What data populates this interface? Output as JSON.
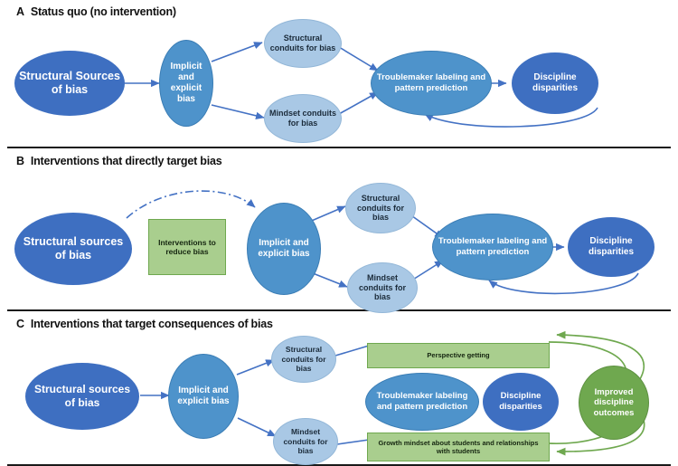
{
  "figure": {
    "title": "Conceptual model of bias, discipline disparities, and interventions",
    "colors": {
      "dark_blue": "#3E6FC1",
      "mid_blue": "#4E93CB",
      "light_blue": "#A9C8E5",
      "green_box": "#A9CE8E",
      "green_ellipse": "#6FA84F",
      "arrow_blue": "#4472C4",
      "arrow_green": "#6FA84F",
      "divider": "#1a1a1a"
    }
  },
  "panels": [
    {
      "letter": "A",
      "title": "Status quo (no intervention)",
      "nodes": [
        {
          "id": "a-structural-sources",
          "label": "Structural Sources of bias",
          "shape": "ellipse",
          "fill": "dark_blue"
        },
        {
          "id": "a-implicit-explicit",
          "label": "Implicit and explicit bias",
          "shape": "ellipse",
          "fill": "mid_blue"
        },
        {
          "id": "a-structural-conduits",
          "label": "Structural conduits for bias",
          "shape": "ellipse",
          "fill": "light_blue"
        },
        {
          "id": "a-mindset-conduits",
          "label": "Mindset conduits for bias",
          "shape": "ellipse",
          "fill": "light_blue"
        },
        {
          "id": "a-troublemaker",
          "label": "Troublemaker labeling and pattern prediction",
          "shape": "ellipse",
          "fill": "mid_blue"
        },
        {
          "id": "a-discipline-disparities",
          "label": "Discipline disparities",
          "shape": "ellipse",
          "fill": "dark_blue"
        }
      ],
      "edges": [
        {
          "from": "a-structural-sources",
          "to": "a-implicit-explicit",
          "style": "solid",
          "color": "arrow_blue"
        },
        {
          "from": "a-implicit-explicit",
          "to": "a-structural-conduits",
          "style": "solid",
          "color": "arrow_blue"
        },
        {
          "from": "a-implicit-explicit",
          "to": "a-mindset-conduits",
          "style": "solid",
          "color": "arrow_blue"
        },
        {
          "from": "a-structural-conduits",
          "to": "a-troublemaker",
          "style": "solid",
          "color": "arrow_blue"
        },
        {
          "from": "a-mindset-conduits",
          "to": "a-troublemaker",
          "style": "solid",
          "color": "arrow_blue"
        },
        {
          "from": "a-troublemaker",
          "to": "a-discipline-disparities",
          "style": "solid",
          "color": "arrow_blue"
        },
        {
          "from": "a-discipline-disparities",
          "to": "a-troublemaker",
          "style": "curved-feedback",
          "color": "arrow_blue"
        }
      ]
    },
    {
      "letter": "B",
      "title": "Interventions that directly target bias",
      "nodes": [
        {
          "id": "b-structural-sources",
          "label": "Structural sources of bias",
          "shape": "ellipse",
          "fill": "dark_blue"
        },
        {
          "id": "b-interventions",
          "label": "Interventions to reduce bias",
          "shape": "rect",
          "fill": "green_box"
        },
        {
          "id": "b-implicit-explicit",
          "label": "Implicit and explicit bias",
          "shape": "ellipse",
          "fill": "mid_blue"
        },
        {
          "id": "b-structural-conduits",
          "label": "Structural conduits for bias",
          "shape": "ellipse",
          "fill": "light_blue"
        },
        {
          "id": "b-mindset-conduits",
          "label": "Mindset conduits for bias",
          "shape": "ellipse",
          "fill": "light_blue"
        },
        {
          "id": "b-troublemaker",
          "label": "Troublemaker labeling and pattern prediction",
          "shape": "ellipse",
          "fill": "mid_blue"
        },
        {
          "id": "b-discipline-disparities",
          "label": "Discipline disparities",
          "shape": "ellipse",
          "fill": "dark_blue"
        }
      ],
      "edges": [
        {
          "from": "b-structural-sources",
          "to": "b-implicit-explicit",
          "style": "dash-dot-arc",
          "color": "arrow_blue"
        },
        {
          "from": "b-implicit-explicit",
          "to": "b-structural-conduits",
          "style": "solid",
          "color": "arrow_blue"
        },
        {
          "from": "b-implicit-explicit",
          "to": "b-mindset-conduits",
          "style": "solid",
          "color": "arrow_blue"
        },
        {
          "from": "b-structural-conduits",
          "to": "b-troublemaker",
          "style": "solid",
          "color": "arrow_blue"
        },
        {
          "from": "b-mindset-conduits",
          "to": "b-troublemaker",
          "style": "solid",
          "color": "arrow_blue"
        },
        {
          "from": "b-troublemaker",
          "to": "b-discipline-disparities",
          "style": "solid",
          "color": "arrow_blue"
        },
        {
          "from": "b-discipline-disparities",
          "to": "b-troublemaker",
          "style": "curved-feedback",
          "color": "arrow_blue"
        }
      ]
    },
    {
      "letter": "C",
      "title": "Interventions that target consequences of bias",
      "nodes": [
        {
          "id": "c-structural-sources",
          "label": "Structural sources of bias",
          "shape": "ellipse",
          "fill": "dark_blue"
        },
        {
          "id": "c-implicit-explicit",
          "label": "Implicit and explicit bias",
          "shape": "ellipse",
          "fill": "mid_blue"
        },
        {
          "id": "c-structural-conduits",
          "label": "Structural conduits for bias",
          "shape": "ellipse",
          "fill": "light_blue"
        },
        {
          "id": "c-mindset-conduits",
          "label": "Mindset conduits for bias",
          "shape": "ellipse",
          "fill": "light_blue"
        },
        {
          "id": "c-perspective-getting",
          "label": "Perspective getting",
          "shape": "rect",
          "fill": "green_box"
        },
        {
          "id": "c-growth-mindset",
          "label": "Growth mindset about students and relationships with students",
          "shape": "rect",
          "fill": "green_box"
        },
        {
          "id": "c-troublemaker",
          "label": "Troublemaker labeling and pattern prediction",
          "shape": "ellipse",
          "fill": "mid_blue"
        },
        {
          "id": "c-discipline-disparities",
          "label": "Discipline disparities",
          "shape": "ellipse",
          "fill": "dark_blue"
        },
        {
          "id": "c-improved-outcomes",
          "label": "Improved discipline outcomes",
          "shape": "ellipse",
          "fill": "green_ellipse"
        }
      ],
      "edges": [
        {
          "from": "c-structural-sources",
          "to": "c-implicit-explicit",
          "style": "solid",
          "color": "arrow_blue"
        },
        {
          "from": "c-implicit-explicit",
          "to": "c-structural-conduits",
          "style": "solid",
          "color": "arrow_blue"
        },
        {
          "from": "c-implicit-explicit",
          "to": "c-mindset-conduits",
          "style": "solid",
          "color": "arrow_blue"
        },
        {
          "from": "c-structural-conduits",
          "to": "c-perspective-getting",
          "style": "solid",
          "color": "arrow_blue"
        },
        {
          "from": "c-mindset-conduits",
          "to": "c-growth-mindset",
          "style": "solid",
          "color": "arrow_blue"
        },
        {
          "from": "c-perspective-getting",
          "to": "c-improved-outcomes",
          "style": "curved",
          "color": "arrow_green"
        },
        {
          "from": "c-growth-mindset",
          "to": "c-improved-outcomes",
          "style": "curved",
          "color": "arrow_green"
        },
        {
          "from": "c-improved-outcomes",
          "to": "c-perspective-getting",
          "style": "curved",
          "color": "arrow_green"
        },
        {
          "from": "c-improved-outcomes",
          "to": "c-growth-mindset",
          "style": "curved",
          "color": "arrow_green"
        }
      ]
    }
  ],
  "labels": {
    "a": {
      "letter": "A",
      "title": "Status quo (no intervention)",
      "structural_sources": "Structural Sources of bias",
      "implicit_explicit": "Implicit and explicit bias",
      "structural_conduits": "Structural conduits for bias",
      "mindset_conduits": "Mindset conduits for bias",
      "troublemaker": "Troublemaker labeling and pattern prediction",
      "discipline_disparities": "Discipline disparities"
    },
    "b": {
      "letter": "B",
      "title": "Interventions that directly target bias",
      "structural_sources": "Structural sources of bias",
      "interventions": "Interventions to reduce bias",
      "implicit_explicit": "Implicit and explicit bias",
      "structural_conduits": "Structural conduits for bias",
      "mindset_conduits": "Mindset conduits for bias",
      "troublemaker": "Troublemaker labeling and pattern prediction",
      "discipline_disparities": "Discipline disparities"
    },
    "c": {
      "letter": "C",
      "title": "Interventions that target consequences of bias",
      "structural_sources": "Structural sources of bias",
      "implicit_explicit": "Implicit and explicit bias",
      "structural_conduits": "Structural conduits for bias",
      "mindset_conduits": "Mindset conduits for bias",
      "perspective_getting": "Perspective getting",
      "growth_mindset": "Growth mindset about students and relationships with students",
      "troublemaker": "Troublemaker labeling and pattern prediction",
      "discipline_disparities": "Discipline disparities",
      "improved_outcomes": "Improved discipline outcomes"
    }
  }
}
